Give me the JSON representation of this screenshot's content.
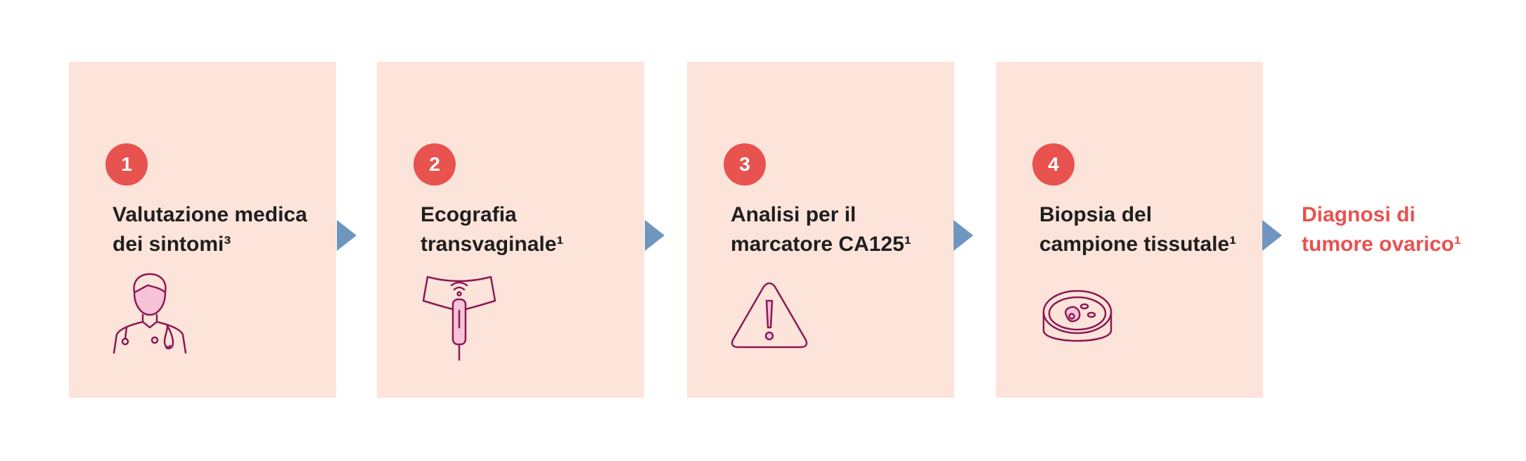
{
  "steps": [
    {
      "number": "1",
      "title_line1": "Valutazione medica",
      "title_line2": "dei sintomi³",
      "icon": "doctor-icon"
    },
    {
      "number": "2",
      "title_line1": "Ecografia",
      "title_line2": "transvaginale¹",
      "icon": "ultrasound-probe-icon"
    },
    {
      "number": "3",
      "title_line1": "Analisi per il",
      "title_line2": "marcatore CA125¹",
      "icon": "warning-icon"
    },
    {
      "number": "4",
      "title_line1": "Biopsia del",
      "title_line2": "campione tissutale¹",
      "icon": "petri-dish-icon"
    }
  ],
  "outcome": {
    "line1": "Diagnosi di",
    "line2": "tumore ovarico¹"
  },
  "colors": {
    "card_bg": "#fde4da",
    "badge": "#e8524f",
    "arrow": "#6e96bf",
    "icon_stroke": "#8c1a55",
    "icon_fill": "#f6c3d8",
    "outcome_text": "#e8524f"
  }
}
